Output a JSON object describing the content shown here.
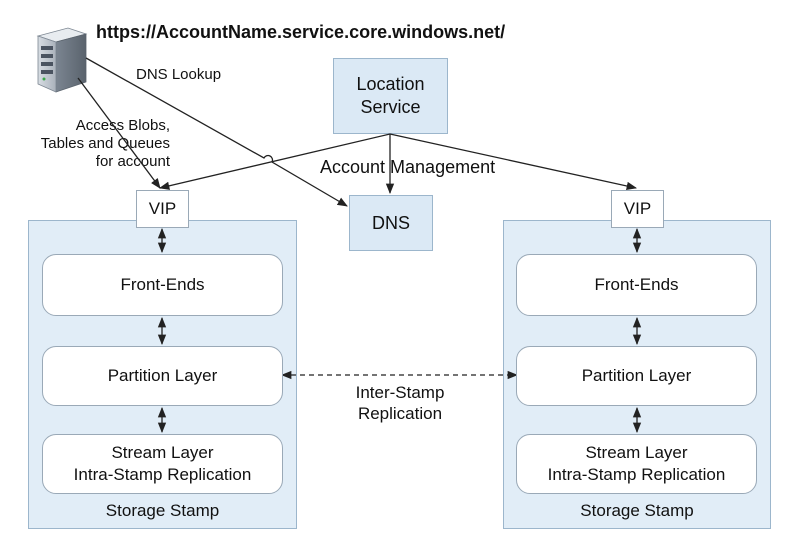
{
  "url": "https://AccountName.service.core.windows.net/",
  "dns_lookup_label": "DNS Lookup",
  "access_label": [
    "Access Blobs,",
    "Tables and Queues",
    "for account"
  ],
  "location_service": [
    "Location",
    "Service"
  ],
  "account_management_label": "Account Management",
  "dns_box_label": "DNS",
  "inter_stamp_label": [
    "Inter-Stamp",
    "Replication"
  ],
  "stamps": [
    {
      "vip": "VIP",
      "front_ends": "Front-Ends",
      "partition_layer": "Partition Layer",
      "stream_layer": [
        "Stream Layer",
        "Intra-Stamp Replication"
      ],
      "caption": "Storage Stamp"
    },
    {
      "vip": "VIP",
      "front_ends": "Front-Ends",
      "partition_layer": "Partition Layer",
      "stream_layer": [
        "Stream Layer",
        "Intra-Stamp Replication"
      ],
      "caption": "Storage Stamp"
    }
  ],
  "colors": {
    "stamp_fill": "#e1edf7",
    "box_fill": "#dbe9f5",
    "border": "#9cb6cc",
    "line": "#222222"
  }
}
